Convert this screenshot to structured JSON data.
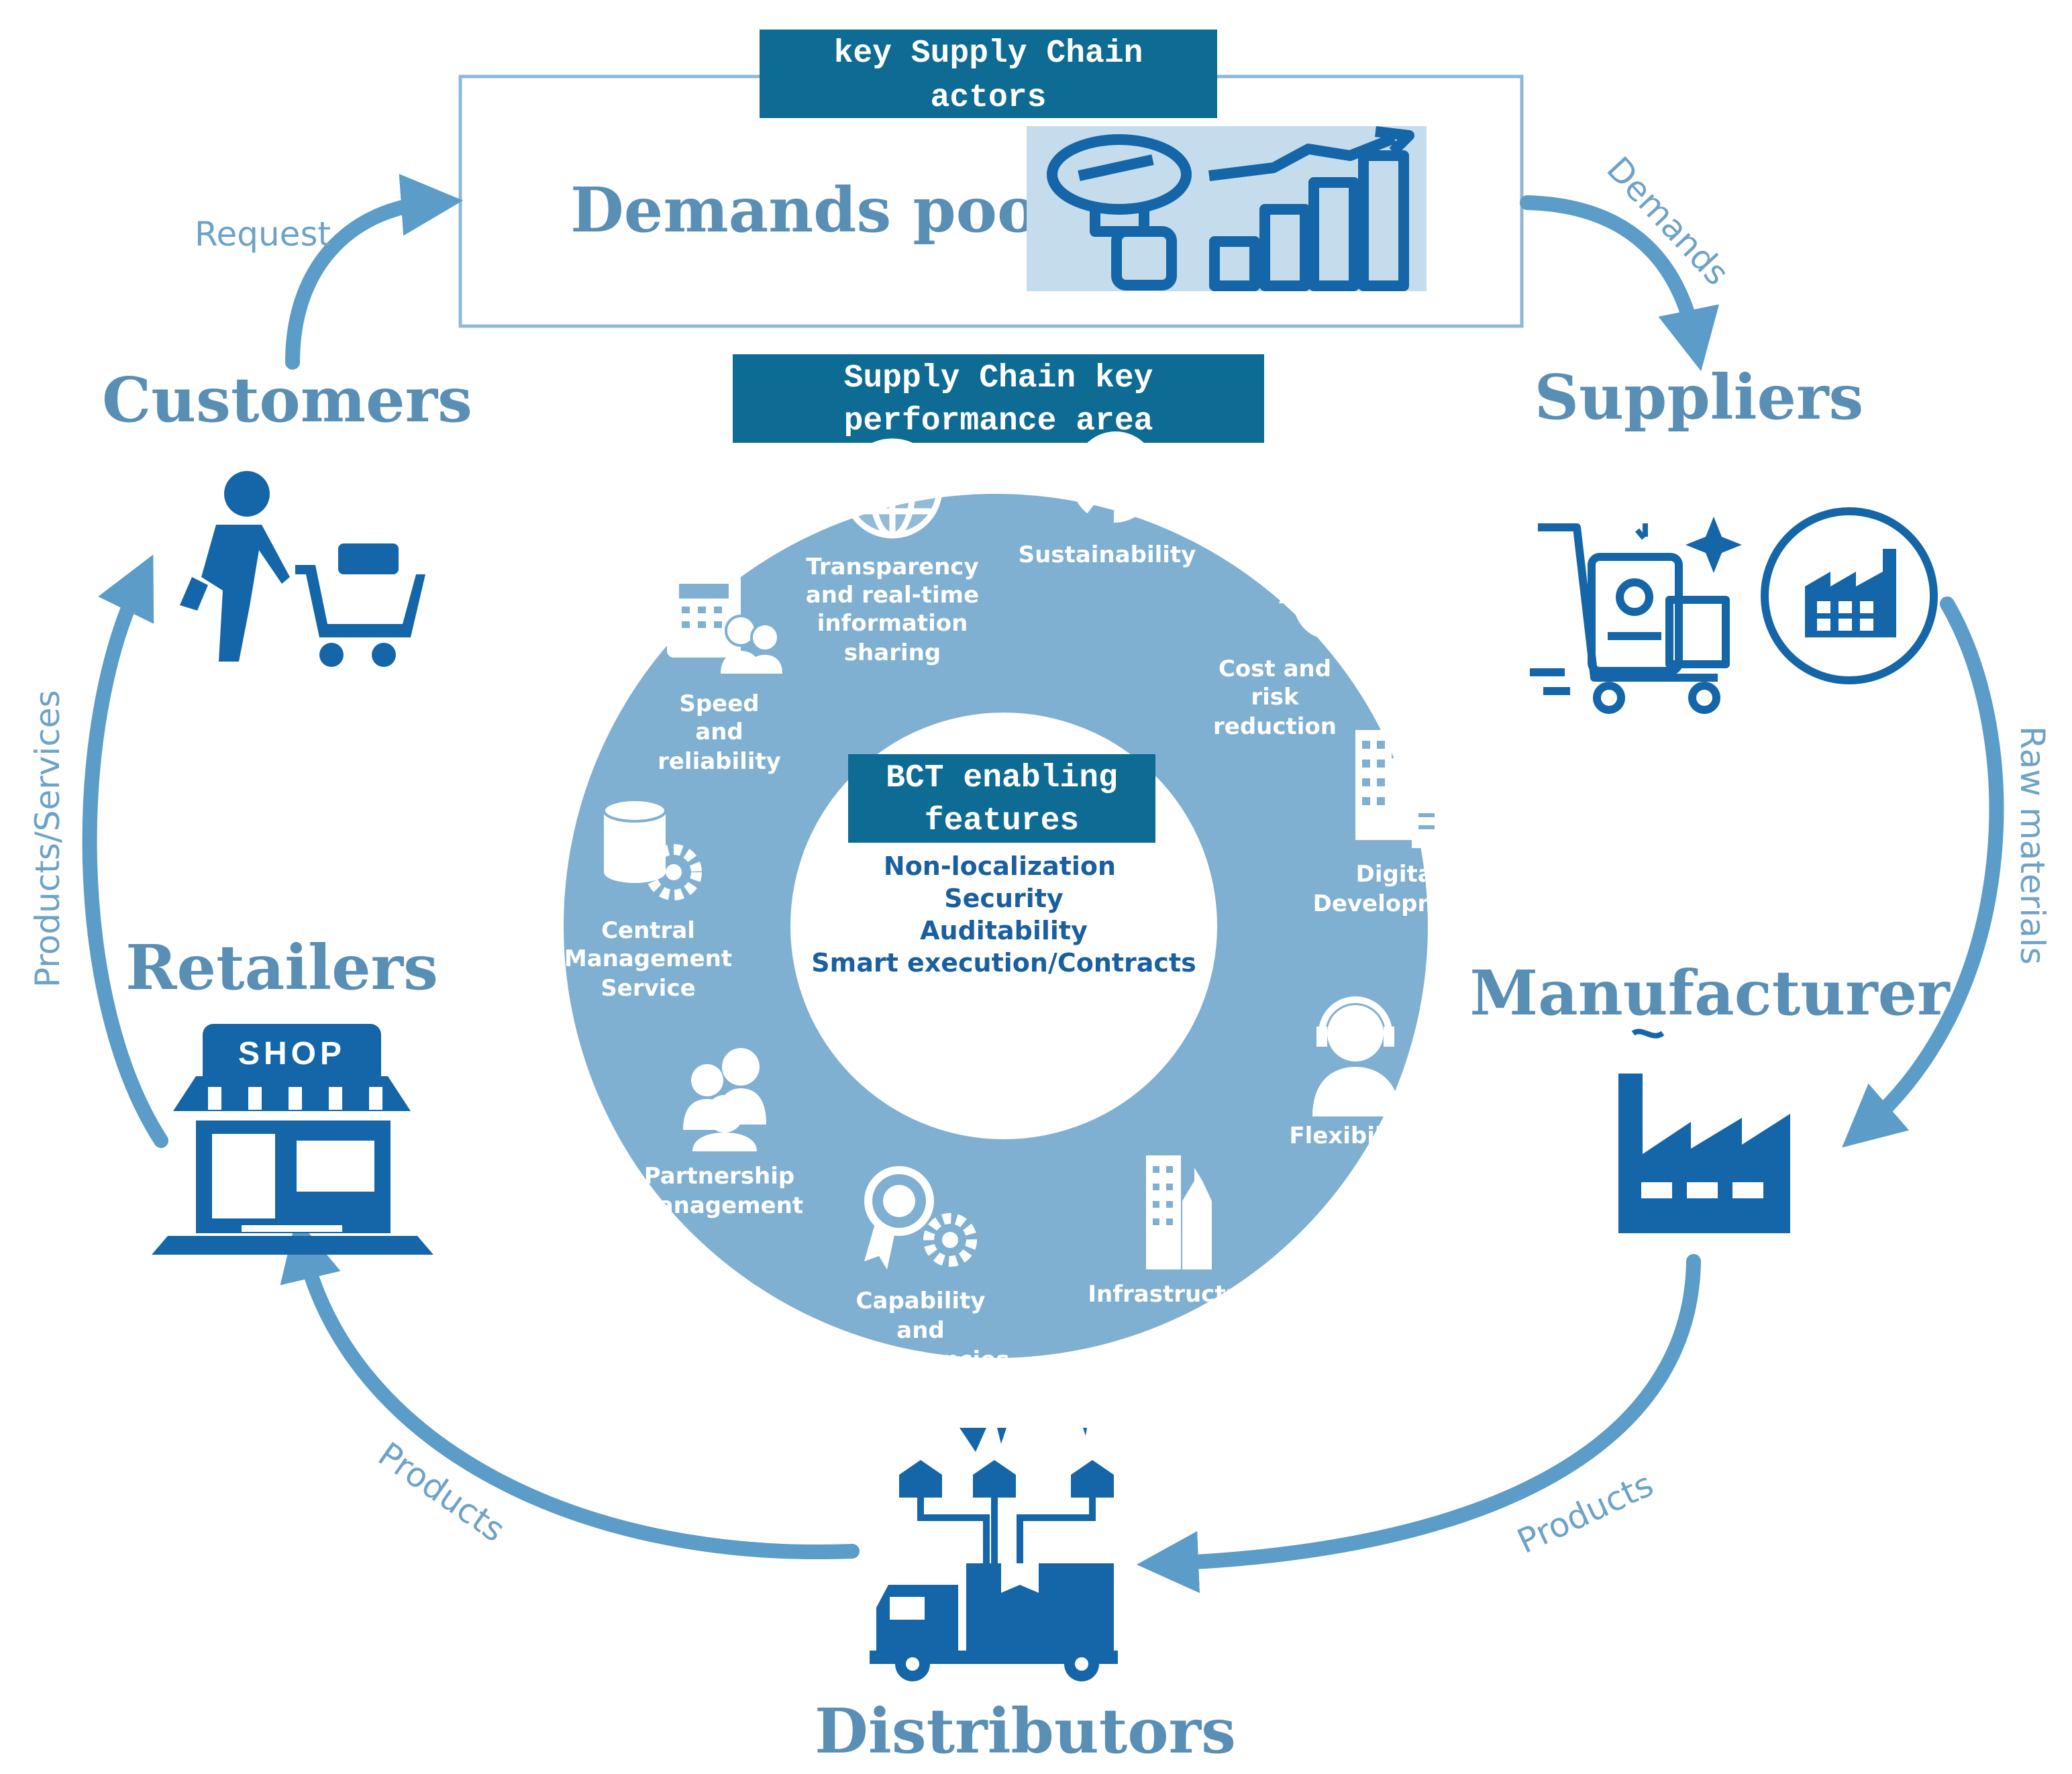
{
  "labels": {
    "actors_header": [
      "key Supply Chain",
      "actors"
    ],
    "demands_pool": "Demands pool",
    "kpa_header": [
      "Supply Chain key",
      "performance area"
    ],
    "bct_header": [
      "BCT enabling",
      "features"
    ]
  },
  "actors": {
    "customers": "Customers",
    "suppliers": "Suppliers",
    "retailers": "Retailers",
    "manufacturer": "Manufacturer",
    "distributors": "Distributors",
    "shop_sign": "SHOP"
  },
  "flows": {
    "request": "Request",
    "demands": "Demands",
    "raw_materials": "Raw materials",
    "products_right": "Products",
    "products_left": "Products",
    "products_services": "Products/Services"
  },
  "kpa_items": {
    "transparency": [
      "Transparency",
      "and real-time",
      "information",
      "sharing"
    ],
    "sustainability": [
      "Sustainability"
    ],
    "cost": [
      "Cost and",
      "risk",
      "reduction"
    ],
    "digital": [
      "Digital",
      "Development"
    ],
    "flexibility": [
      "Flexibility"
    ],
    "infrastructure": [
      "Infrastructure"
    ],
    "capability": [
      "Capability",
      "and",
      "competencies"
    ],
    "partnership": [
      "Partnership",
      "Management"
    ],
    "central": [
      "Central",
      "Management",
      "Service"
    ],
    "speed": [
      "Speed",
      "and",
      "reliability"
    ]
  },
  "bct_features": [
    "Non-localization",
    "Security",
    "Auditability",
    "Smart execution/Contracts"
  ],
  "icons": {
    "demands": "magnifier-bar-chart-icon",
    "customers": "shopping-cart-person-icon",
    "suppliers_cart": "supply-cart-icon",
    "suppliers_factory": "factory-circle-icon",
    "retailers": "shop-icon",
    "manufacturer": "factory-icon",
    "distributors": "delivery-truck-network-icon",
    "transparency": "globe-icon",
    "sustainability": "recycle-icon",
    "cost": "euro-icon",
    "digital": "buildings-icon",
    "flexibility": "headset-person-icon",
    "infrastructure": "skyscraper-icon",
    "capability": "award-gear-icon",
    "partnership": "people-group-icon",
    "central": "database-gear-icon",
    "speed": "phone-people-icon"
  },
  "colors": {
    "ring": "#7fb0d2",
    "header_box": "#0d6b94",
    "icon_dark": "#1466a8",
    "flow_arrow": "#5b9cc8",
    "actor_text": "#5a8fb5",
    "feature_text": "#1a5fa0"
  }
}
